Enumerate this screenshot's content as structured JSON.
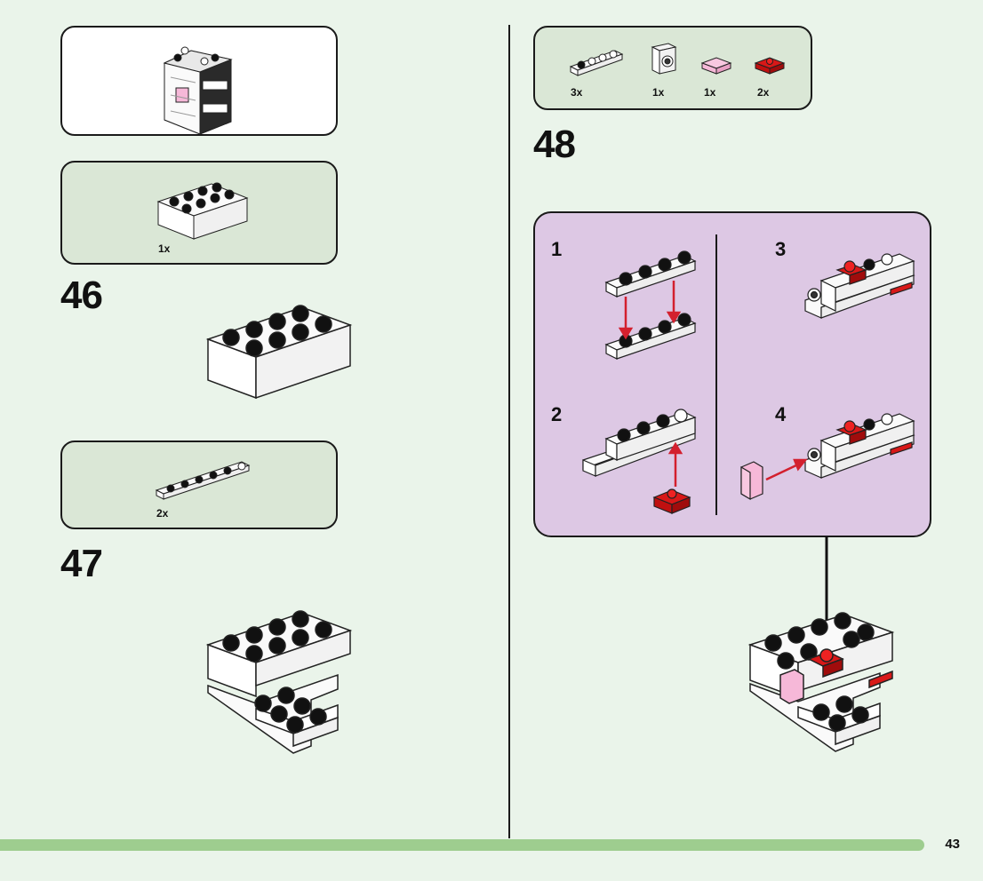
{
  "page": {
    "number": "43",
    "bar_color": "#9ecd8f",
    "background": "#eaf4ea"
  },
  "colors": {
    "parts_panel": "#dae7d6",
    "substep_panel": "#ddc8e4",
    "brick_white": "#ffffff",
    "brick_red": "#cc1111",
    "brick_pink": "#f6b8d8",
    "arrow_red": "#d3202e"
  },
  "left_column": {
    "preview": {
      "icon": "assembled-model-icon"
    },
    "step46": {
      "number": "46",
      "parts": [
        {
          "icon": "white-brick-2x4-icon",
          "qty": "1x"
        }
      ]
    },
    "step47": {
      "number": "47",
      "parts": [
        {
          "icon": "white-plate-1x6-icon",
          "qty": "2x"
        }
      ]
    }
  },
  "right_column": {
    "step48": {
      "number": "48",
      "parts": [
        {
          "icon": "white-plate-1x4-icon",
          "qty": "3x"
        },
        {
          "icon": "white-brick-1x1-headlight-icon",
          "qty": "1x"
        },
        {
          "icon": "pink-tile-1x2-icon",
          "qty": "1x"
        },
        {
          "icon": "red-plate-2x2-icon",
          "qty": "2x"
        }
      ],
      "substeps": [
        {
          "label": "1"
        },
        {
          "label": "2"
        },
        {
          "label": "3"
        },
        {
          "label": "4"
        }
      ]
    }
  }
}
